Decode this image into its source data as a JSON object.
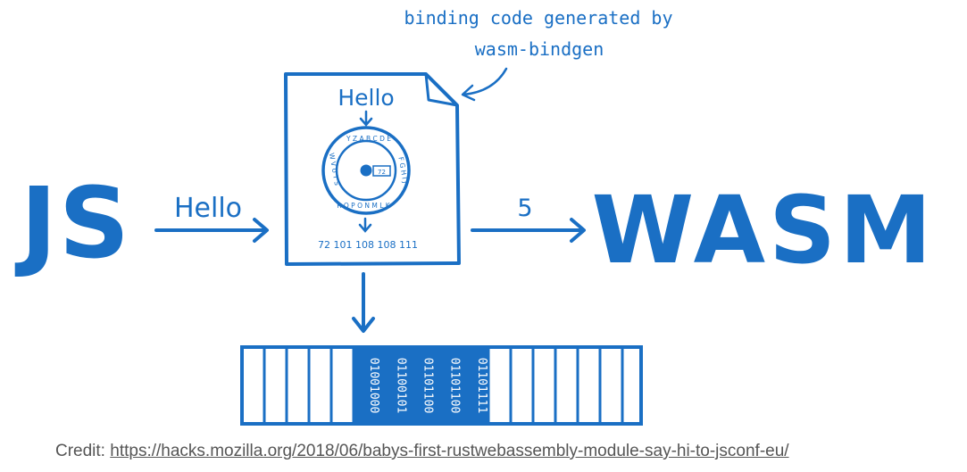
{
  "annotation": {
    "line1": "binding code generated by",
    "line2": "wasm-bindgen"
  },
  "js_label": "JS",
  "wasm_label": "WASM",
  "arrow_in_label": "Hello",
  "arrow_out_label": "5",
  "document": {
    "hello": "Hello",
    "codes": "72  101  108  108  111",
    "wheel_letters_top": "Y Z A B C D E",
    "wheel_letters_left": "W V U T S",
    "wheel_letters_right": "F G H I J",
    "wheel_letters_bottom": "R Q P O N M L K",
    "wheel_tag": "72"
  },
  "memory": {
    "bytes": [
      "01001000",
      "01100101",
      "01101100",
      "01101100",
      "01101111"
    ]
  },
  "credit": {
    "label": "Credit:",
    "url": "https://hacks.mozilla.org/2018/06/babys-first-rustwebassembly-module-say-hi-to-jsconf-eu/"
  },
  "colors": {
    "accent": "#1a6fc4",
    "credit": "#555555"
  }
}
